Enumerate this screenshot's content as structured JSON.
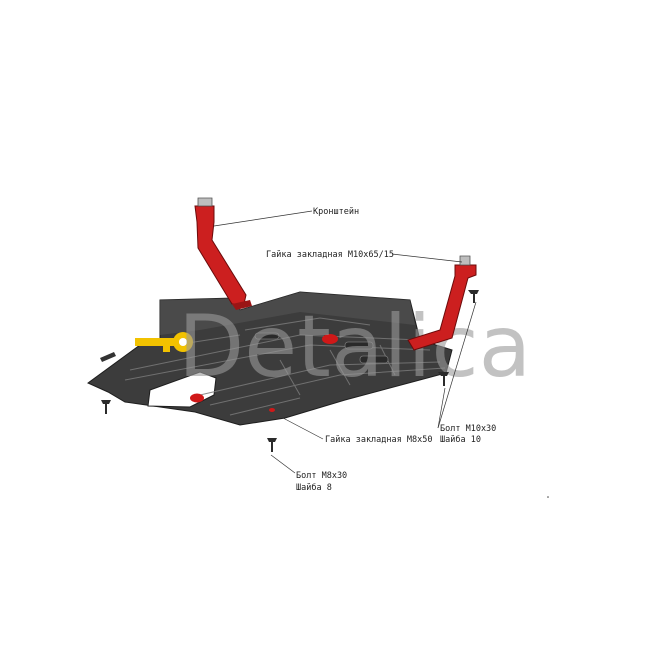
{
  "watermark": {
    "text": "Detalica",
    "icon": "key-icon",
    "color": "#9a9a9a",
    "accent": "#f2c200"
  },
  "colors": {
    "plate": "#3c3c3c",
    "plate_dark": "#222222",
    "bracket": "#cc1f1f",
    "plug": "#d01818"
  },
  "labels": {
    "bracket": "Кронштейн",
    "nut_m10": "Гайка закладная М10х65/15",
    "nut_m8": "Гайка закладная М8х50",
    "bolt_m10": "Болт М10х30",
    "washer_10": "Шайба 10",
    "bolt_m8": "Болт М8х30",
    "washer_8": "Шайба 8"
  }
}
